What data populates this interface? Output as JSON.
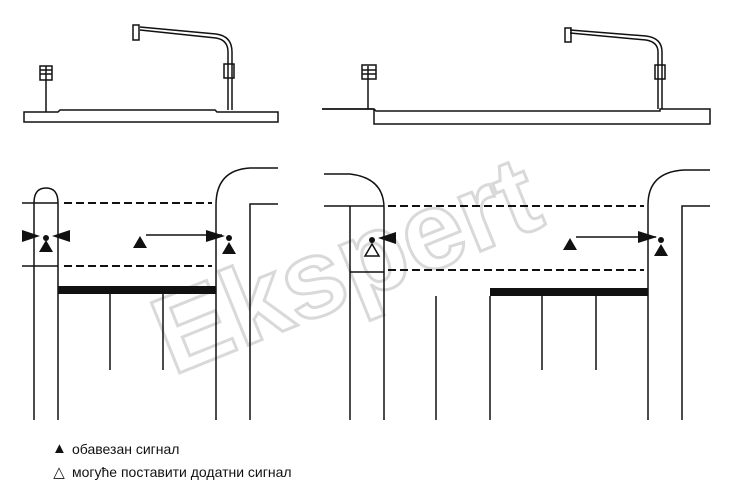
{
  "watermark": {
    "text": "Ekspert"
  },
  "legend": {
    "mandatory": {
      "symbol": "▲",
      "label": "обавезан сигнал"
    },
    "optional": {
      "symbol": "△",
      "label": "могуће поставити додатни сигнал"
    }
  },
  "icons": {
    "mandatory_signal": "filled-triangle-signal-icon",
    "optional_signal": "outline-triangle-signal-icon",
    "signal_head": "traffic-light-head-icon"
  },
  "colors": {
    "line": "#111111",
    "watermark": "#d9d9d9",
    "background": "#ffffff"
  }
}
